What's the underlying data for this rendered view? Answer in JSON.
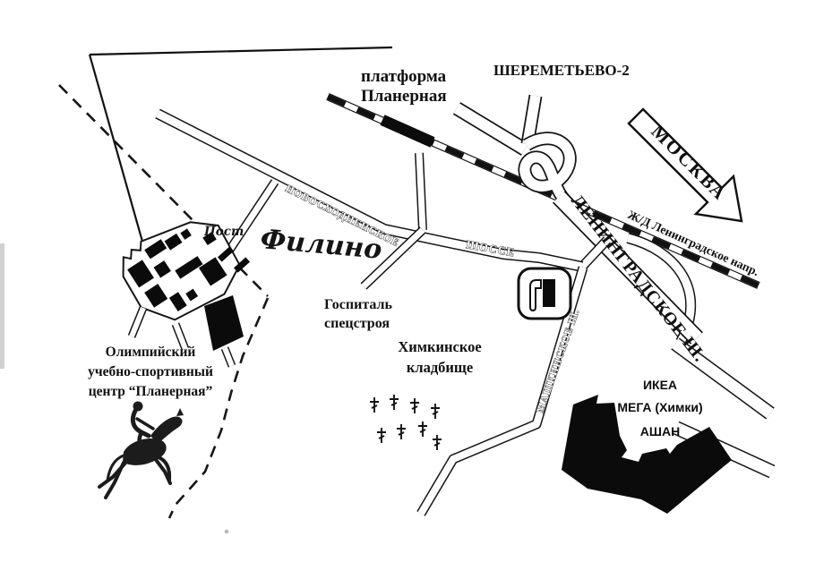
{
  "labels": {
    "platform": [
      "платформа",
      "Планерная"
    ],
    "sheremetyevo": "ШЕРЕМЕТЬЕВО-2",
    "moscow": "МОСКВА",
    "railway_direction": "Ж/Д Ленинградское напр.",
    "leningradskoe": "ЛЕНИНГРАДСКОЕ Ш.",
    "novoskhodnenskoe": "НОВОСХОДНЕНСКОЕ",
    "shosse": "ШОССЕ",
    "mashkinskoe": "МАШКИНСКОЕ Ш.",
    "filino": "Филино",
    "post": "Пост",
    "hospital": [
      "Госпиталь",
      "спецстроя"
    ],
    "cemetery": [
      "Химкинское",
      "кладбище"
    ],
    "ikea": "ИКЕА",
    "mega": "МЕГА (Химки)",
    "auchan": "АШАН",
    "center": [
      "Олимпийский",
      "учебно-спортивный",
      "центр “Планерная”"
    ]
  },
  "icons": {
    "gas_station": "fuel-pump",
    "cemetery_marker": "orthodox-cross",
    "equestrian": "horse-rider",
    "moscow_direction": "outlined-arrow",
    "railway_style": "black-white-hatched-line"
  },
  "colors": {
    "ink": "#111111",
    "paper": "#ffffff"
  }
}
